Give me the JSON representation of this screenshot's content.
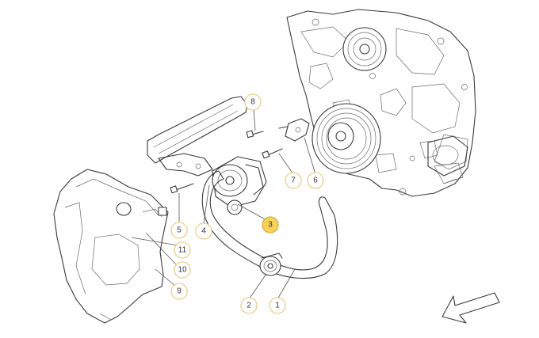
{
  "callouts": [
    {
      "id": "1",
      "label": "1",
      "highlighted": false
    },
    {
      "id": "2",
      "label": "2",
      "highlighted": false
    },
    {
      "id": "3",
      "label": "3",
      "highlighted": true
    },
    {
      "id": "4",
      "label": "4",
      "highlighted": false
    },
    {
      "id": "5",
      "label": "5",
      "highlighted": false
    },
    {
      "id": "6",
      "label": "6",
      "highlighted": false
    },
    {
      "id": "7",
      "label": "7",
      "highlighted": false
    },
    {
      "id": "8",
      "label": "8",
      "highlighted": false
    },
    {
      "id": "9",
      "label": "9",
      "highlighted": false
    },
    {
      "id": "10",
      "label": "10",
      "highlighted": false
    },
    {
      "id": "11",
      "label": "11",
      "highlighted": false
    }
  ],
  "colors": {
    "highlight_fill": "#f6d258",
    "callout_ring": "#e8cf8a",
    "line_art": "#3a3a3a"
  },
  "icons": {
    "orientation_arrow": "arrow-down-left-icon"
  }
}
